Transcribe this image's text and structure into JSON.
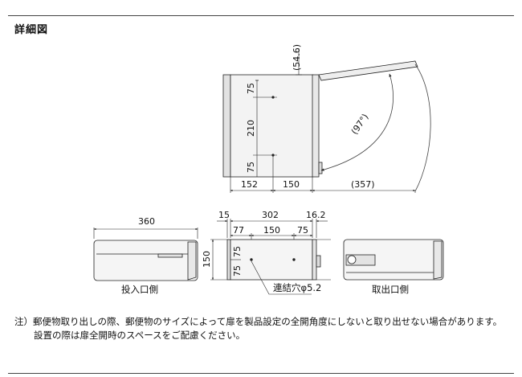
{
  "title": "詳細図",
  "colors": {
    "line": "#222222",
    "face": "#f4f4f4",
    "frame": "#cfcfcf",
    "handle": "#e0e0e0"
  },
  "side_view": {
    "dims_vertical": [
      "(54.6)",
      "75",
      "210",
      "75"
    ],
    "dims_bottom": [
      "152",
      "150",
      "(357)"
    ],
    "angle": "(97°)"
  },
  "top_view": {
    "dims_top": [
      "15",
      "302",
      "16.2"
    ],
    "dims_inner": [
      "77",
      "150",
      "75"
    ],
    "dims_vertical": [
      "75",
      "75"
    ],
    "dim_height": "150",
    "hole_label": "連結穴φ5.2"
  },
  "front_view": {
    "dim_width": "360",
    "label": "投入口側"
  },
  "back_view": {
    "label": "取出口側"
  },
  "notes": [
    "注）郵便物取り出しの際、郵便物のサイズによって扉を製品設定の全開角度にしないと取り出せない場合があります。",
    "設置の際は扉全開時のスペースをご配慮ください。"
  ]
}
